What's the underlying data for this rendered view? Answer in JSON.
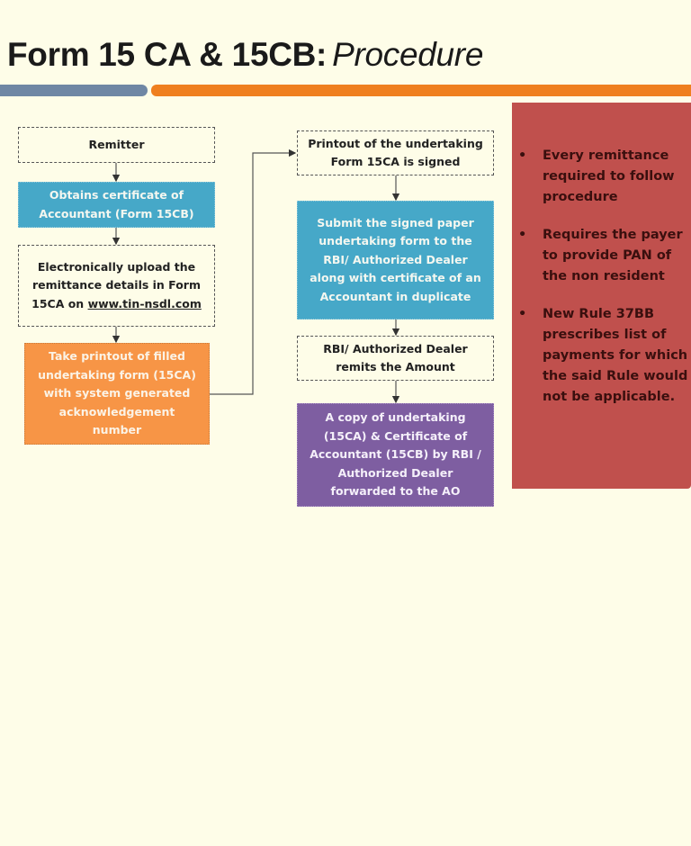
{
  "title": {
    "main": "Form 15 CA & 15CB:",
    "sub": "Procedure"
  },
  "colors": {
    "background": "#fefde8",
    "title_bar_blue": "#6f87a4",
    "title_bar_orange": "#ef7f1f",
    "teal_box": "#46a8c8",
    "orange_box": "#f79546",
    "purple_box": "#7e5ea1",
    "red_panel": "#c0504d",
    "corner_swoosh": "#2b3f8e"
  },
  "flow_left": [
    {
      "id": "remitter",
      "text": "Remitter"
    },
    {
      "id": "obtains",
      "lines": [
        "Obtains certificate of",
        "Accountant (Form 15CB)"
      ]
    },
    {
      "id": "upload",
      "lines": [
        "Electronically upload the",
        "remittance details in Form"
      ],
      "line3_prefix": "15CA on ",
      "link": "www.tin-nsdl.com"
    },
    {
      "id": "printout",
      "lines": [
        "Take printout of filled",
        "undertaking form (15CA)",
        "with system generated",
        "acknowledgement",
        "number"
      ]
    }
  ],
  "flow_right": [
    {
      "id": "signed",
      "lines": [
        "Printout of the undertaking",
        "Form 15CA is signed"
      ]
    },
    {
      "id": "submit",
      "lines": [
        "Submit the signed paper",
        "undertaking form to the",
        "RBI/ Authorized Dealer",
        "along with certificate of an",
        "Accountant in duplicate"
      ]
    },
    {
      "id": "remits",
      "lines": [
        "RBI/ Authorized Dealer",
        "remits the Amount"
      ]
    },
    {
      "id": "copy",
      "lines": [
        "A copy of undertaking",
        "(15CA) & Certificate of",
        "Accountant (15CB) by RBI /",
        "Authorized Dealer",
        "forwarded to  the AO"
      ]
    }
  ],
  "notes": {
    "bullet_glyph": "•",
    "items": [
      "Every remittance required to follow procedure",
      "Requires the payer to provide PAN of the non resident",
      "New Rule 37BB prescribes list of payments for which the said Rule would not be applicable."
    ]
  }
}
